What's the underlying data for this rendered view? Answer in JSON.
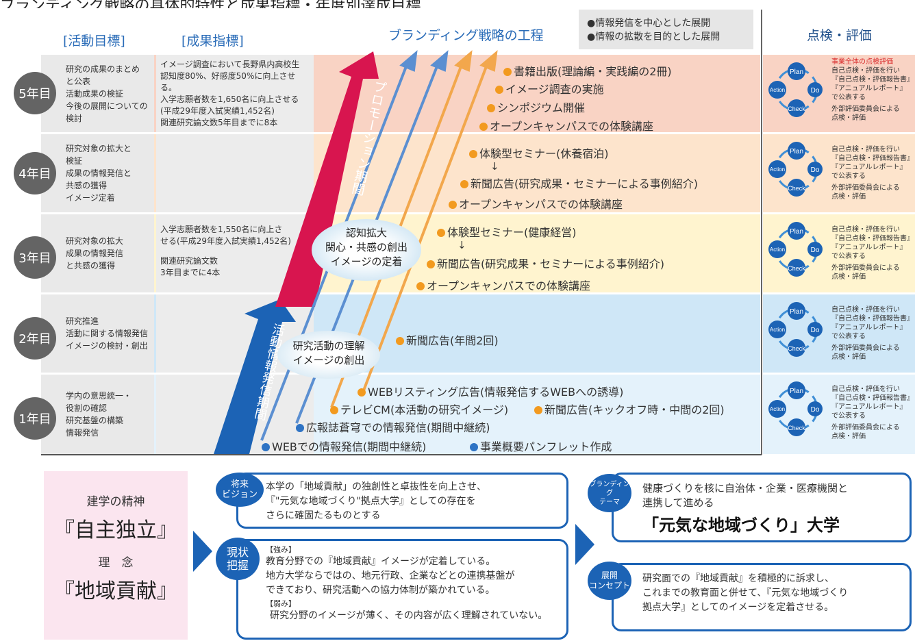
{
  "title": "ブランディング戦略の具体的特性と成果指標・年度別達成目標",
  "headers": {
    "activity_goal": "[活動目標]",
    "kpi": "[成果指標]",
    "process": "ブランディング戦略の工程",
    "evaluation": "点検・評価"
  },
  "legend": {
    "blue": "●情報発信を中心とした展開",
    "orange": "●情報の拡散を目的とした展開"
  },
  "colors": {
    "blue": "#2e73c4",
    "orange": "#f29a1f",
    "promo": "#d8154f",
    "band5": "#f9d3c4",
    "band4": "#fde4cc",
    "band3": "#fff4cf",
    "band2": "#cfe7f7",
    "band1": "#e4f2fb"
  },
  "years": [
    {
      "label": "5年目",
      "goals": [
        "研究の成果のまとめ",
        "と公表",
        "活動成果の検証",
        "今後の展開についての検討"
      ]
    },
    {
      "label": "4年目",
      "goals": [
        "研究対象の拡大と",
        "検証",
        "成果の情報発信と",
        "共感の獲得",
        "イメージ定着"
      ]
    },
    {
      "label": "3年目",
      "goals": [
        "研究対象の拡大",
        "成果の情報発信",
        "と共感の獲得"
      ]
    },
    {
      "label": "2年目",
      "goals": [
        "研究推進",
        "活動に関する情報発信",
        "イメージの検討・創出"
      ]
    },
    {
      "label": "1年目",
      "goals": [
        "学内の意思統一・",
        "役割の確認",
        "研究基盤の構築",
        "情報発信"
      ]
    }
  ],
  "kpi": {
    "y5": [
      "イメージ調査において長野県内高校生",
      "認知度80%、好感度50%に向上させる。",
      "入学志願者数を1,650名に向上させる",
      "(平成29年度入試実績1,452名)",
      "関連研究論文数5年目までに8本"
    ],
    "y3": [
      "入学志願者数を1,550名に向上さ",
      "せる(平成29年度入試実績1,452名)",
      "関連研究論文数",
      "3年目までに4本"
    ]
  },
  "phases": {
    "promotion": "プロモーション期間",
    "dissemination": "活動情報発信期間",
    "ellipse_upper": [
      "認知拡大",
      "関心・共感の創出",
      "イメージの定着"
    ],
    "ellipse_lower": [
      "研究活動の理解",
      "イメージの創出"
    ]
  },
  "activities": {
    "y5": [
      "書籍出版(理論編・実践編の2冊)",
      "イメージ調査の実施",
      "シンポジウム開催",
      "オープンキャンパスでの体験講座"
    ],
    "y4": [
      "体験型セミナー(休養宿泊)",
      "↓",
      "新聞広告(研究成果・セミナーによる事例紹介)",
      "オープンキャンパスでの体験講座"
    ],
    "y3": [
      "体験型セミナー(健康経営)",
      "↓",
      "新聞広告(研究成果・セミナーによる事例紹介)",
      "オープンキャンパスでの体験講座"
    ],
    "y2": [
      "新聞広告(年間2回)"
    ],
    "y1": [
      "WEBリスティング広告(情報発信するWEBへの誘導)",
      "テレビCM(本活動の研究イメージ)",
      "新聞広告(キックオフ時・中間の2回)",
      "広報誌蒼穹での情報発信(期間中継続)",
      "WEBでの情報発信(期間中継続)",
      "事業概要パンフレット作成"
    ]
  },
  "pdca": {
    "plan": "Plan",
    "do": "Do",
    "check": "Check",
    "action": "Action"
  },
  "evaluation": {
    "overall": "事業全体の点検評価",
    "lines": [
      "自己点検・評価を行い",
      "『自己点検・評価報告書』",
      "『アニュアルレポート』",
      "で公表する",
      "外部評価委員会による",
      "点検・評価"
    ]
  },
  "bottom": {
    "spirit_label": "建学の精神",
    "spirit": "『自主独立』",
    "idea_label": "理　念",
    "idea": "『地域貢献』",
    "vision_tag": [
      "将来",
      "ビジョン"
    ],
    "vision_text": [
      "本学の「地域貢献」の独創性と卓抜性を向上させ、",
      "『\"元気な地域づくり\"拠点大学』としての存在を",
      "さらに確固たるものとする"
    ],
    "status_tag": [
      "現状",
      "把握"
    ],
    "strength_label": "【強み】",
    "strength_text": [
      "教育分野での『地域貢献』イメージが定着している。",
      "地方大学ならではの、地元行政、企業などとの連携基盤が",
      "できており、研究活動への協力体制が築かれている。"
    ],
    "weakness_label": "【弱み】",
    "weakness_text": "研究分野のイメージが薄く、その内容が広く理解されていない。",
    "theme_tag": [
      "ブランディング",
      "テーマ"
    ],
    "theme_text": [
      "健康づくりを核に自治体・企業・医療機関と",
      "連携して進める"
    ],
    "theme_main": "「元気な地域づくり」大学",
    "concept_tag": [
      "展開",
      "コンセプト"
    ],
    "concept_text": [
      "研究面での『地域貢献』を積極的に訴求し、",
      "これまでの教育面と併せて、『元気な地域づくり",
      "拠点大学』としてのイメージを定着させる。"
    ]
  }
}
